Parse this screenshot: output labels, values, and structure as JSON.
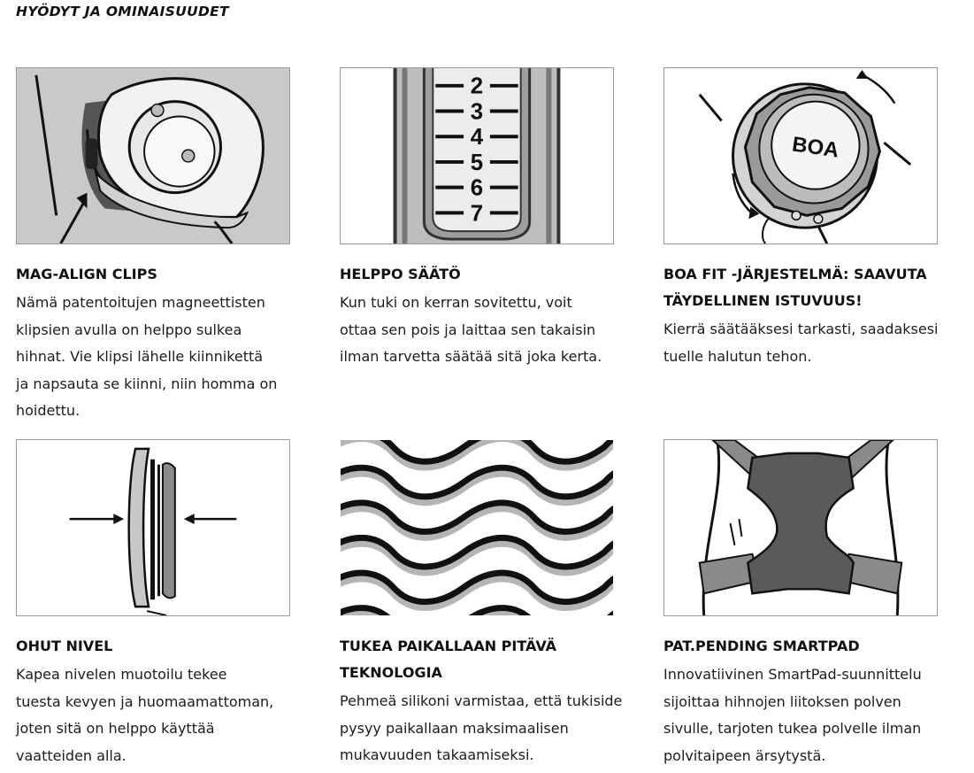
{
  "page": {
    "heading": "HYÖDYT JA OMINAISUUDET"
  },
  "features": [
    {
      "title": "MAG-ALIGN CLIPS",
      "lines": [
        "Nämä patentoitujen magneettisten",
        "klipsien avulla on helppo sulkea",
        "hihnat. Vie klipsi lähelle kiinnikettä",
        "ja napsauta se kiinni, niin homma on",
        "hoidettu."
      ]
    },
    {
      "title": "HELPPO SÄÄTÖ",
      "lines": [
        "Kun tuki on kerran sovitettu, voit",
        "ottaa sen pois ja laittaa sen takaisin",
        "ilman tarvetta säätää sitä joka kerta."
      ],
      "scale_numbers": [
        "2",
        "3",
        "4",
        "5",
        "6",
        "7"
      ]
    },
    {
      "title": "BOA FIT -JÄRJESTELMÄ: SAAVUTA TÄYDELLINEN ISTUVUUS!",
      "title_lines": [
        "BOA FIT -JÄRJESTELMÄ: SAAVUTA",
        "TÄYDELLINEN ISTUVUUS!"
      ],
      "lines": [
        "Kierrä säätääksesi tarkasti, saadaksesi",
        "tuelle halutun tehon."
      ],
      "dial_text": "BOA"
    },
    {
      "title": "OHUT NIVEL",
      "lines": [
        "Kapea nivelen muotoilu tekee",
        "tuesta kevyen ja huomaamattoman,",
        "joten sitä on helppo käyttää",
        "vaatteiden alla."
      ]
    },
    {
      "title": "TUKEA PAIKALLAAN PITÄVÄ TEKNOLOGIA",
      "title_lines": [
        "TUKEA PAIKALLAAN PITÄVÄ",
        "TEKNOLOGIA"
      ],
      "lines": [
        "Pehmeä silikoni varmistaa, että tukiside",
        "pysyy paikallaan maksimaalisen",
        "mukavuuden takaamiseksi."
      ]
    },
    {
      "title": "PAT.PENDING SMARTPAD",
      "lines": [
        "Innovatiivinen SmartPad-suunnittelu",
        "sijoittaa hihnojen liitoksen polven",
        "sivulle, tarjoten tukea polvelle ilman",
        "polvitaipeen ärsytystä."
      ]
    }
  ],
  "colors": {
    "text": "#1a1a1a",
    "border": "#9a9a9a",
    "mid_gray": "#8a8a8a",
    "dark_gray": "#555555",
    "light_gray": "#c8c8c8"
  }
}
